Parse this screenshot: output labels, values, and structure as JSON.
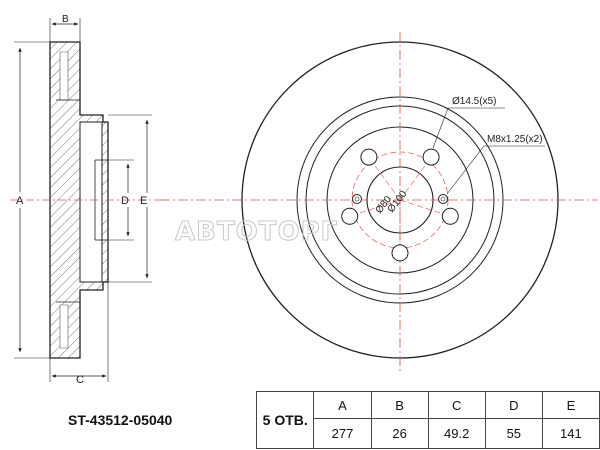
{
  "drawing": {
    "dimension_labels": {
      "a": "A",
      "b": "B",
      "c": "C",
      "d": "D",
      "e": "E"
    },
    "hole_callouts": {
      "bolt_hole": "Ø14.5(x5)",
      "threaded_hole": "M8x1.25(x2)",
      "pcd": "Ø100",
      "center_bore": "Ø80"
    },
    "watermark": "ABTOTOPГ"
  },
  "part_number": "ST-43512-05040",
  "spec_table": {
    "holes_label": "5 ОТВ.",
    "headers": [
      "A",
      "B",
      "C",
      "D",
      "E"
    ],
    "values": [
      "277",
      "26",
      "49.2",
      "55",
      "141"
    ]
  }
}
